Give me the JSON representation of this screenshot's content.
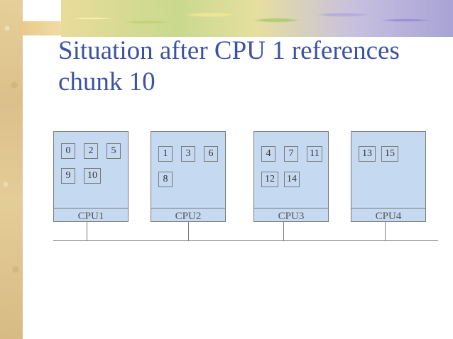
{
  "slide": {
    "title": "Situation after CPU 1 references chunk 10"
  },
  "cpus": [
    {
      "label": "CPU1",
      "chunks": [
        "0",
        "2",
        "5",
        "9",
        "10"
      ]
    },
    {
      "label": "CPU2",
      "chunks": [
        "1",
        "3",
        "6",
        "8"
      ]
    },
    {
      "label": "CPU3",
      "chunks": [
        "4",
        "7",
        "11",
        "12",
        "14"
      ]
    },
    {
      "label": "CPU4",
      "chunks": [
        "13",
        "15"
      ]
    }
  ]
}
